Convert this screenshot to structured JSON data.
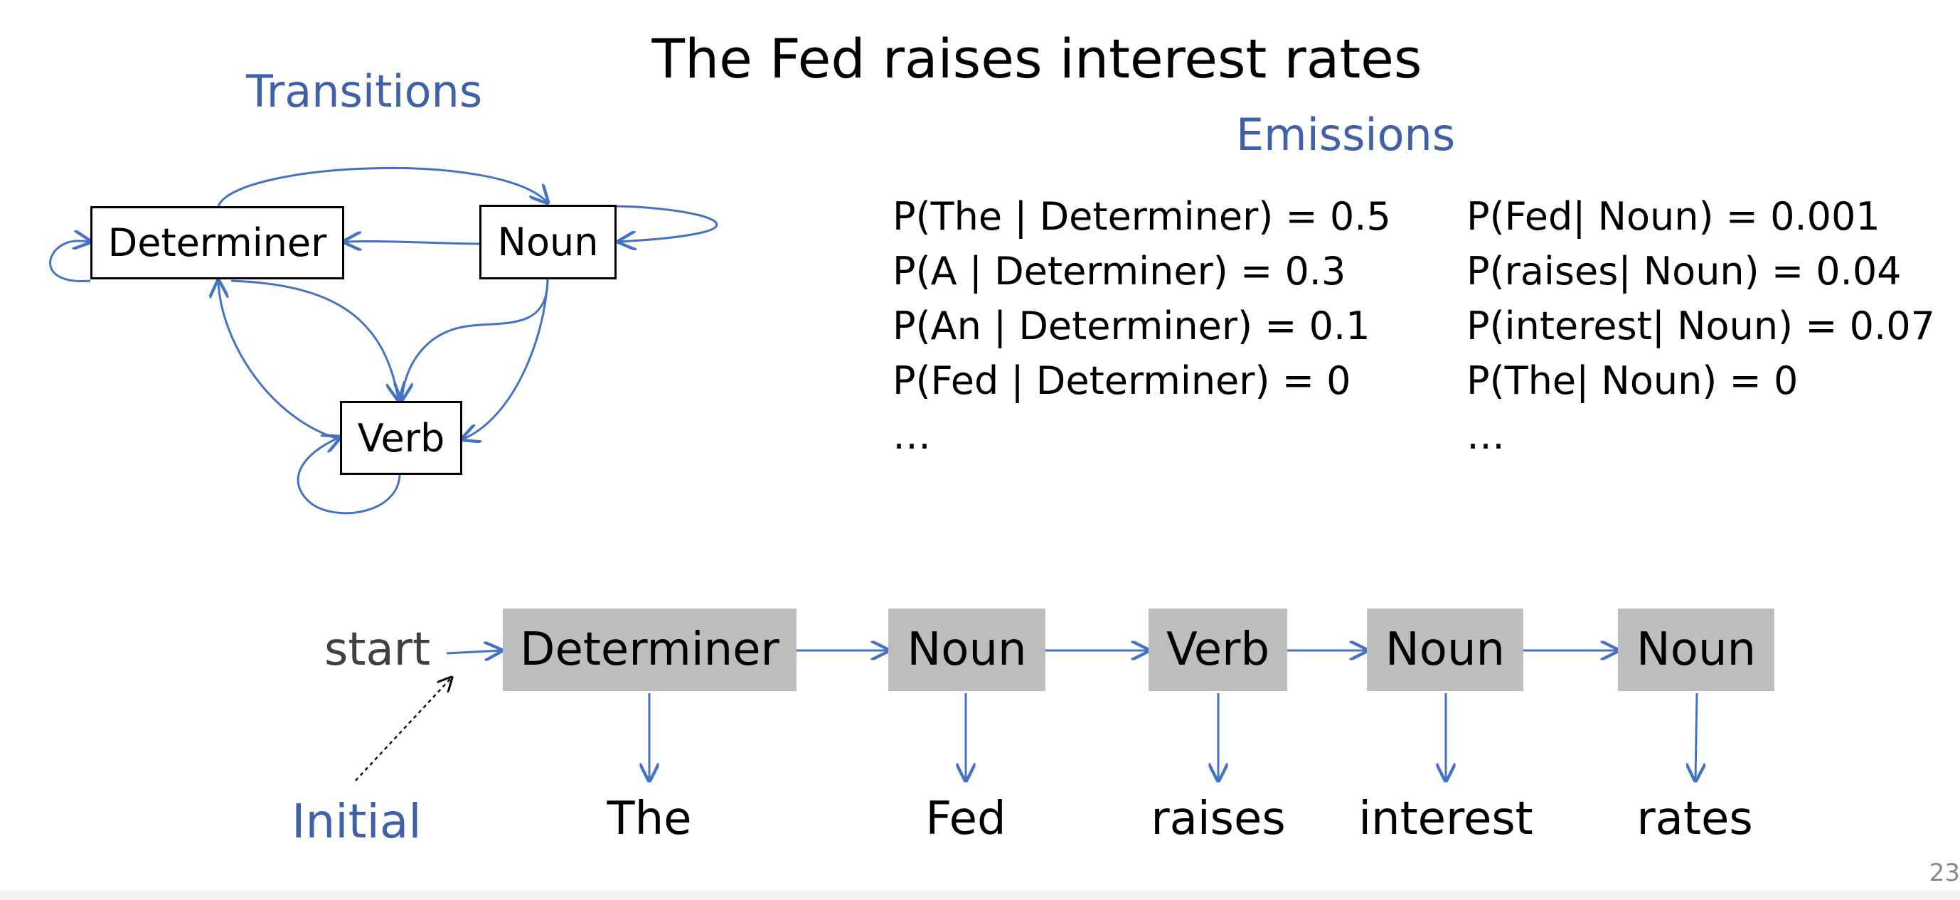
{
  "title": "The Fed raises interest rates",
  "transitions": {
    "heading": "Transitions",
    "states": {
      "determiner": "Determiner",
      "noun": "Noun",
      "verb": "Verb"
    }
  },
  "emissions": {
    "heading": "Emissions",
    "determiner": [
      "P(The | Determiner) = 0.5",
      "P(A | Determiner) = 0.3",
      "P(An | Determiner) = 0.1",
      "P(Fed | Determiner) = 0",
      "…"
    ],
    "noun": [
      "P(Fed| Noun) = 0.001",
      "P(raises| Noun) = 0.04",
      "P(interest| Noun) = 0.07",
      "P(The| Noun) = 0",
      "…"
    ]
  },
  "sequence": {
    "start_label": "start",
    "initial_label": "Initial",
    "tags": [
      "Determiner",
      "Noun",
      "Verb",
      "Noun",
      "Noun"
    ],
    "words": [
      "The",
      "Fed",
      "raises",
      "interest",
      "rates"
    ]
  },
  "colors": {
    "accent": "#4060a8",
    "arrow": "#4472c4",
    "tag_fill": "#bdbdbd"
  },
  "slide_number": "23"
}
